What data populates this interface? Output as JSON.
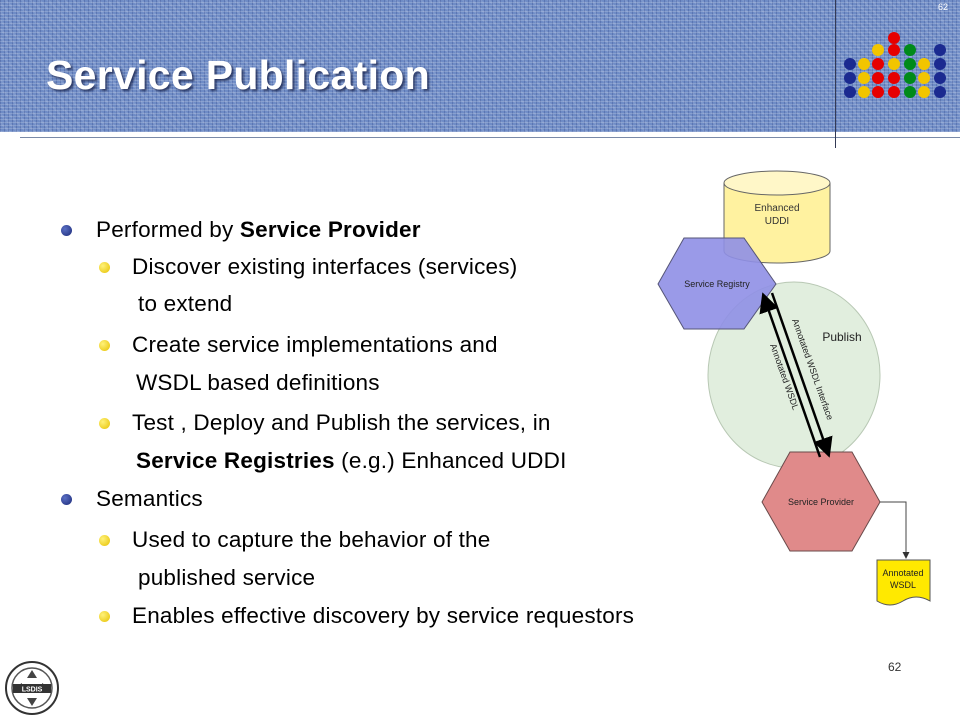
{
  "slide": {
    "title": "Service Publication",
    "corner_number": "62",
    "page_number": "62",
    "logo_text": "LSDIS"
  },
  "bullets": [
    {
      "level": 1,
      "lines": [
        {
          "segments": [
            {
              "text": "Performed by ",
              "bold": false
            },
            {
              "text": "Service Provider",
              "bold": true
            }
          ]
        }
      ]
    },
    {
      "level": 2,
      "lines": [
        {
          "segments": [
            {
              "text": "Discover existing interfaces (services)",
              "bold": false
            }
          ]
        },
        {
          "segments": [
            {
              "text": "to extend",
              "bold": false
            }
          ]
        }
      ]
    },
    {
      "level": 2,
      "lines": [
        {
          "segments": [
            {
              "text": "Create service implementations and",
              "bold": false
            }
          ]
        },
        {
          "segments": [
            {
              "text": "WSDL based definitions",
              "bold": false
            }
          ]
        }
      ]
    },
    {
      "level": 2,
      "lines": [
        {
          "segments": [
            {
              "text": "Test , Deploy and Publish the services, in",
              "bold": false
            }
          ]
        },
        {
          "segments": [
            {
              "text": "Service Registries",
              "bold": true
            },
            {
              "text": " (e.g.) Enhanced UDDI",
              "bold": false
            }
          ]
        }
      ]
    },
    {
      "level": 1,
      "lines": [
        {
          "segments": [
            {
              "text": "Semantics",
              "bold": false
            }
          ]
        }
      ]
    },
    {
      "level": 2,
      "lines": [
        {
          "segments": [
            {
              "text": "Used to capture the behavior of the",
              "bold": false
            }
          ]
        },
        {
          "segments": [
            {
              "text": "published service",
              "bold": false
            }
          ]
        }
      ]
    },
    {
      "level": 2,
      "lines": [
        {
          "segments": [
            {
              "text": "Enables effective discovery by service requestors",
              "bold": false
            }
          ]
        }
      ]
    }
  ],
  "diagram": {
    "uddi_line1": "Enhanced",
    "uddi_line2": "UDDI",
    "registry_label": "Service Registry",
    "publish_label": "Publish",
    "arrow_label_outer": "Annotated WSDL Interface",
    "arrow_label_inner": "Annotated WSDL",
    "provider_label": "Service Provider",
    "doc_line1": "Annotated",
    "doc_line2": "WSDL"
  },
  "colors": {
    "header_blue": "#6f8cc6",
    "uddi_fill": "#fff2a0",
    "registry_fill": "#8f8fe6",
    "provider_fill": "#e08a8a",
    "publish_circle": "#dcebd8",
    "doc_fill": "#ffe900",
    "bullet_level1": "#1b2a78",
    "bullet_level2": "#f5d400"
  },
  "dot_grid": {
    "colors": [
      "#e60000",
      "#f2c500",
      "#1b2a90",
      "#008a1a",
      "#f2c500",
      "#e60000",
      "#1b2a90",
      "#008a1a"
    ]
  }
}
